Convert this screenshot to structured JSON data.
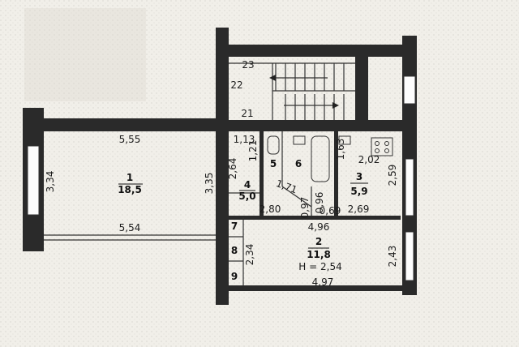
{
  "rooms": {
    "r1": {
      "number": "1",
      "area": "18,5"
    },
    "r2": {
      "number": "2",
      "area": "11,8",
      "height": "H = 2,54"
    },
    "r3": {
      "number": "3",
      "area": "5,9"
    },
    "r4": {
      "number": "4",
      "area": "5,0"
    },
    "r5": {
      "number": "5"
    },
    "r6": {
      "number": "6"
    },
    "r7": {
      "number": "7"
    },
    "r8": {
      "number": "8"
    },
    "r9": {
      "number": "9"
    },
    "r21": {
      "number": "21"
    },
    "r22": {
      "number": "22"
    },
    "r23": {
      "number": "23"
    }
  },
  "dimensions": {
    "d_5_55": "5,55",
    "d_5_54": "5,54",
    "d_3_34": "3,34",
    "d_3_35": "3,35",
    "d_2_64": "2,64",
    "d_1_13": "1,13",
    "d_1_21": "1,21",
    "d_1_71": "1,71",
    "d_0_97": "0,97",
    "d_0_96": "0,96",
    "d_0_69": "0,69",
    "d_1_63": "1,63",
    "d_2_02": "2,02",
    "d_2_59": "2,59",
    "d_2_80": "2,80",
    "d_2_69": "2,69",
    "d_4_96": "4,96",
    "d_2_34": "2,34",
    "d_2_43": "2,43",
    "d_4_97": "4,97"
  }
}
